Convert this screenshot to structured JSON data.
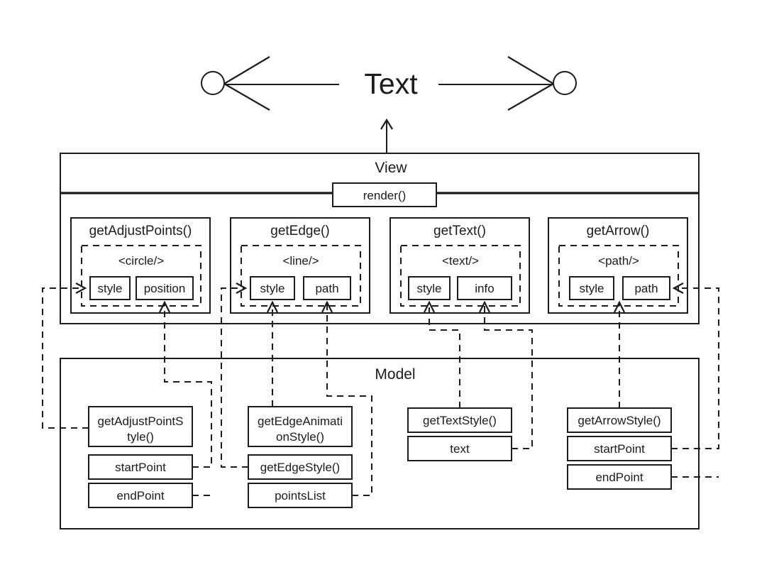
{
  "hero": {
    "label": "Text",
    "left_node_icon": "circle-node-icon",
    "right_node_icon": "circle-node-icon"
  },
  "view": {
    "title": "View",
    "render_label": "render()",
    "panels": [
      {
        "title": "getAdjustPoints()",
        "tag": "<circle/>",
        "fields": [
          "style",
          "position"
        ]
      },
      {
        "title": "getEdge()",
        "tag": "<line/>",
        "fields": [
          "style",
          "path"
        ]
      },
      {
        "title": "getText()",
        "tag": "<text/>",
        "fields": [
          "style",
          "info"
        ]
      },
      {
        "title": "getArrow()",
        "tag": "<path/>",
        "fields": [
          "style",
          "path"
        ]
      }
    ]
  },
  "model": {
    "title": "Model",
    "groups": [
      {
        "name": "adjust-point-group",
        "items": [
          "getAdjustPointStyle()",
          "startPoint",
          "endPoint"
        ],
        "item_lines": [
          [
            "getAdjustPointS",
            "tyle()"
          ],
          [
            "startPoint"
          ],
          [
            "endPoint"
          ]
        ]
      },
      {
        "name": "edge-group",
        "items": [
          "getEdgeAnimationStyle()",
          "getEdgeStyle()",
          "pointsList"
        ],
        "item_lines": [
          [
            "getEdgeAnimati",
            "onStyle()"
          ],
          [
            "getEdgeStyle()"
          ],
          [
            "pointsList"
          ]
        ]
      },
      {
        "name": "text-group",
        "items": [
          "getTextStyle()",
          "text"
        ],
        "item_lines": [
          [
            "getTextStyle()"
          ],
          [
            "text"
          ]
        ]
      },
      {
        "name": "arrow-group",
        "items": [
          "getArrowStyle()",
          "startPoint",
          "endPoint"
        ],
        "item_lines": [
          [
            "getArrowStyle()"
          ],
          [
            "startPoint"
          ],
          [
            "endPoint"
          ]
        ]
      }
    ]
  },
  "colors": {
    "stroke": "#1c1c1c",
    "background": "#ffffff"
  }
}
